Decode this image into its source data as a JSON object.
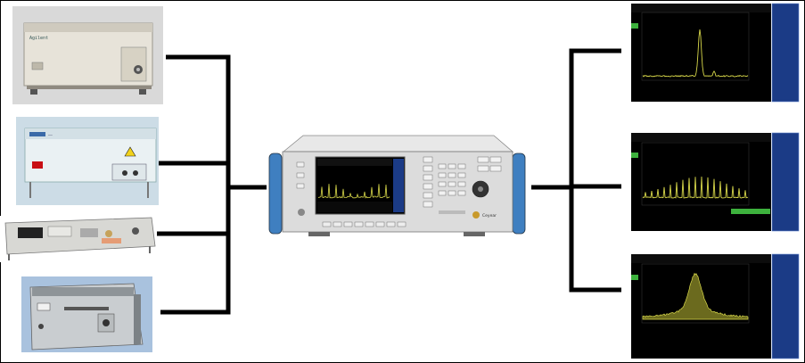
{
  "sources": [
    {
      "id": "source-1",
      "brand": "Agilent"
    },
    {
      "id": "source-2",
      "brand": ""
    },
    {
      "id": "source-3",
      "brand": ""
    },
    {
      "id": "source-4",
      "brand": ""
    }
  ],
  "analyzer": {
    "brand": "Ceyear"
  },
  "screens": [
    {
      "id": "screen-1",
      "trace": "single-peak"
    },
    {
      "id": "screen-2",
      "trace": "comb"
    },
    {
      "id": "screen-3",
      "trace": "broadband"
    }
  ],
  "colors": {
    "line": "#000000",
    "screen_bg": "#000000",
    "trace": "#d8d84a",
    "softkey": "#1b3b86",
    "handle": "#3f7fc0"
  }
}
